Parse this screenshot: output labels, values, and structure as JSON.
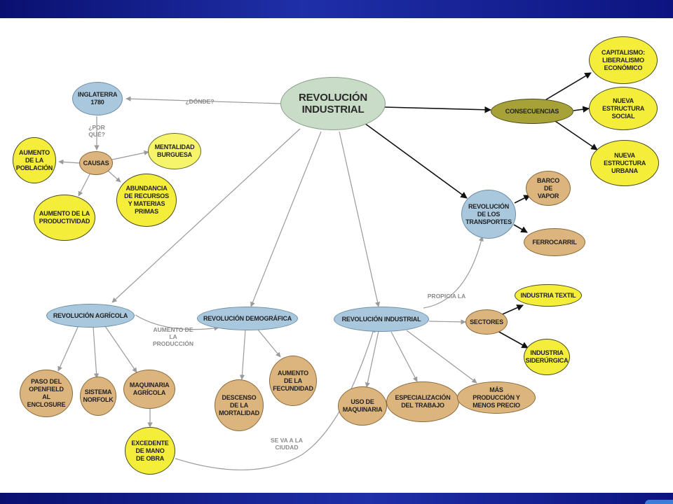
{
  "nodes": {
    "center": "REVOLUCIÓN INDUSTRIAL",
    "inglaterra": "INGLATERRA 1780",
    "causas": "CAUSAS",
    "mentalidad": "MENTALIDAD BURGUESA",
    "aumento_poblacion": "AUMENTO DE LA POBLACIÓN",
    "abundancia": "ABUNDANCIA DE RECURSOS Y MATERIAS PRIMAS",
    "aumento_productividad": "AUMENTO DE LA PRODUCTIVIDAD",
    "consecuencias": "CONSECUENCIAS",
    "capitalismo": "CAPITALISMO: LIBERALISMO ECONÓMICO",
    "nueva_social": "NUEVA ESTRUCTURA SOCIAL",
    "nueva_urbana": "NUEVA ESTRUCTURA URBANA",
    "rev_transportes": "REVOLUCIÓN DE LOS TRANSPORTES",
    "barco": "BARCO DE VAPOR",
    "ferrocarril": "FERROCARRIL",
    "rev_agricola": "REVOLUCIÓN AGRÍCOLA",
    "rev_demografica": "REVOLUCIÓN DEMOGRÁFICA",
    "rev_industrial": "REVOLUCIÓN INDUSTRIAL",
    "sectores": "SECTORES",
    "textil": "INDUSTRIA TEXTIL",
    "siderurgica": "INDUSTRIA SIDERÚRGICA",
    "openfield": "PASO DEL OPENFIELD AL ENCLOSURE",
    "norfolk": "SISTEMA NORFOLK",
    "maquinaria_agricola": "MAQUINARIA AGRÍCOLA",
    "excedente": "EXCEDENTE DE MANO DE OBRA",
    "descenso": "DESCENSO DE LA MORTALIDAD",
    "fecundidad": "AUMENTO DE LA FECUNDIDAD",
    "uso_maquinaria": "USO DE MAQUINARIA",
    "especializacion": "ESPECIALIZACIÓN DEL TRABAJO",
    "mas_produccion": "MÁS PRODUCCIÓN Y MENOS PRECIO"
  },
  "link_labels": {
    "donde": "¿DÓNDE?",
    "por_que": "¿POR QUÉ?",
    "aumento_produccion": "AUMENTO DE LA PRODUCCIÓN",
    "propicia": "PROPICIA LA",
    "se_va": "SE VA A LA CIUDAD"
  },
  "colors": {
    "title_bar": "#1a2a9c",
    "yellow": "#f4ee3b",
    "tan": "#dcb47e",
    "blue": "#a9c8de",
    "olive": "#a7a238",
    "center": "#c9dcc8",
    "gray_link": "#9a9a9a",
    "dark_link": "#111111"
  }
}
